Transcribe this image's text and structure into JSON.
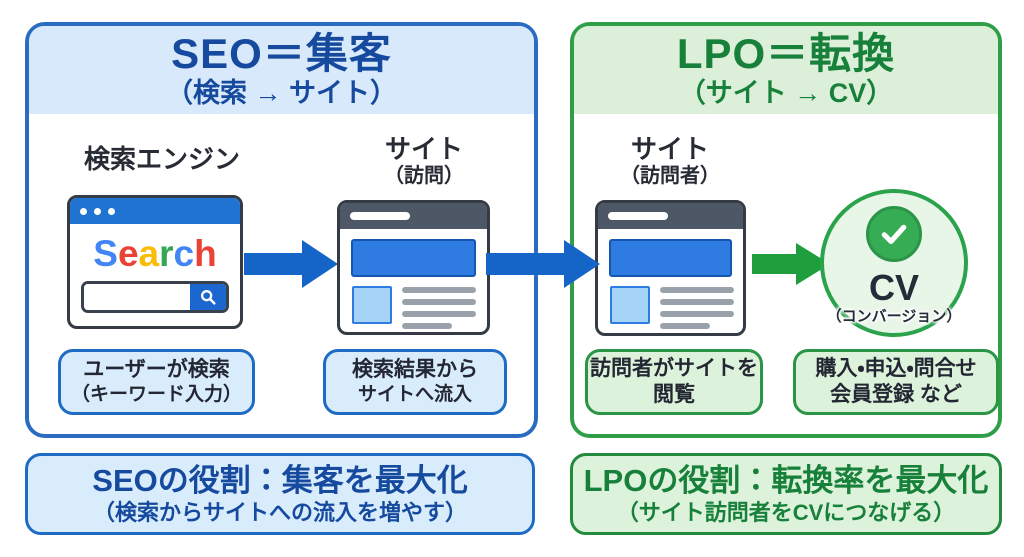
{
  "colors": {
    "blue_panel_border": "#2a6cc0",
    "blue_panel_header": "#d8e9fb",
    "blue_title_text": "#154a9e",
    "blue_box_fill": "#d9ecfc",
    "blue_box_border": "#1e6bc4",
    "arrow_blue": "#1565c8",
    "green_panel_border": "#2f9e47",
    "green_panel_header": "#dcf0d9",
    "green_title_text": "#17803a",
    "green_box_fill": "#ddf2da",
    "green_box_border": "#2a9447",
    "arrow_green": "#1f9e3e",
    "check_badge_green": "#36ac55",
    "browser_bar_blue": "#2173d2",
    "site_bar_slate": "#4d5765",
    "site_hero_blue": "#2e7ce1",
    "google_blue": "#4285F4",
    "google_red": "#EA4335",
    "google_yellow": "#FBBC05",
    "google_green": "#34A853"
  },
  "seo_panel": {
    "title": "SEO＝集客",
    "subtitle": "（検索 → サイト）",
    "search_engine_label": "検索エンジン",
    "site_label": "サイト",
    "site_sublabel": "（訪問）",
    "logo_letters": [
      "S",
      "e",
      "a",
      "r",
      "c",
      "h"
    ],
    "callouts": [
      {
        "line1": "ユーザーが検索",
        "line2": "（キーワード入力）"
      },
      {
        "line1": "検索結果から",
        "line2": "サイトへ流入"
      }
    ]
  },
  "lpo_panel": {
    "title": "LPO＝転換",
    "subtitle": "（サイト → CV）",
    "site_label": "サイト",
    "site_sublabel": "（訪問者）",
    "cv": {
      "label": "CV",
      "sublabel": "（コンバージョン）"
    },
    "callouts": [
      {
        "line1": "訪問者がサイトを",
        "line2": "閲覧"
      },
      {
        "line1": "購入・申込・問合せ",
        "line2": "会員登録 など"
      }
    ]
  },
  "seo_summary": {
    "line1": "SEOの役割：集客を最大化",
    "line2": "（検索からサイトへの流入を増やす）"
  },
  "lpo_summary": {
    "line1": "LPOの役割：転換率を最大化",
    "line2": "（サイト訪問者をCVにつなげる）"
  }
}
